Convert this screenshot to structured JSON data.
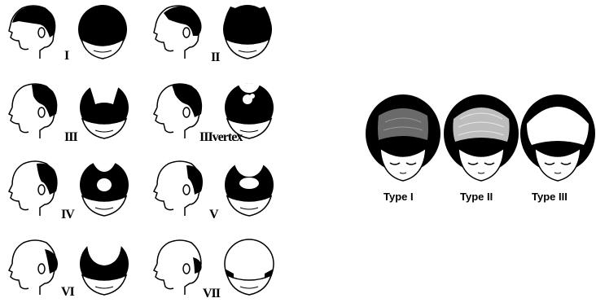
{
  "male_stages": [
    {
      "label": "I",
      "icon": "norwood-stage-1-icon"
    },
    {
      "label": "II",
      "icon": "norwood-stage-2-icon"
    },
    {
      "label": "III",
      "icon": "norwood-stage-3-icon"
    },
    {
      "label": "IIIvertex",
      "icon": "norwood-stage-3-vertex-icon"
    },
    {
      "label": "IV",
      "icon": "norwood-stage-4-icon"
    },
    {
      "label": "V",
      "icon": "norwood-stage-5-icon"
    },
    {
      "label": "VI",
      "icon": "norwood-stage-6-icon"
    },
    {
      "label": "VII",
      "icon": "norwood-stage-7-icon"
    }
  ],
  "female_types": [
    {
      "label": "Type I",
      "icon": "ludwig-type-1-icon"
    },
    {
      "label": "Type II",
      "icon": "ludwig-type-2-icon"
    },
    {
      "label": "Type III",
      "icon": "ludwig-type-3-icon"
    }
  ],
  "colors": {
    "ink": "#000000",
    "background": "#ffffff"
  }
}
